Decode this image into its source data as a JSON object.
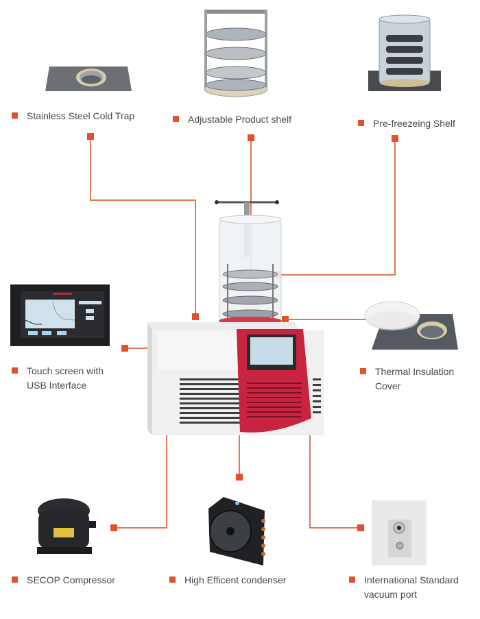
{
  "title": "Freeze Dryer Components Diagram",
  "accent_color": "#e2522a",
  "line_color": "#e07a55",
  "machine_accent_color": "#c8233f",
  "components": [
    {
      "id": "cold-trap",
      "label": "Stainless Steel Cold Trap"
    },
    {
      "id": "product-shelf",
      "label": "Adjustable Product shelf"
    },
    {
      "id": "prefreeze-shelf",
      "label": "Pre-freezeing Shelf"
    },
    {
      "id": "touch-screen",
      "label_line1": "Touch screen with",
      "label_line2": "USB Interface"
    },
    {
      "id": "insulation-cover",
      "label_line1": "Thermal Insulation",
      "label_line2": "Cover"
    },
    {
      "id": "compressor",
      "label": "SECOP Compressor"
    },
    {
      "id": "condenser",
      "label": "High Efficent condenser"
    },
    {
      "id": "vacuum-port",
      "label_line1": "International Standard",
      "label_line2": "vacuum port"
    }
  ]
}
